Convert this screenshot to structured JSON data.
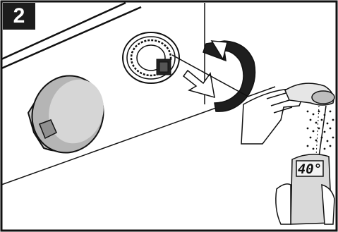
{
  "step": {
    "number": "2"
  },
  "thermometer": {
    "reading": "40°"
  },
  "icons": [
    "rotate-arrow-icon",
    "thermostat-knob",
    "temperature-cartridge",
    "hand-icon",
    "shower-head-icon",
    "water-spray-icon",
    "thermometer-icon"
  ]
}
